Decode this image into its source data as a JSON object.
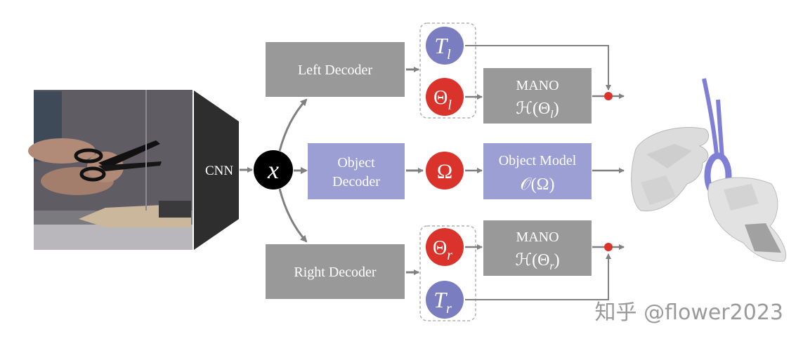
{
  "nodes": {
    "cnn": {
      "label": "CNN"
    },
    "latent": {
      "label": "x"
    },
    "left_decoder": {
      "label": "Left Decoder"
    },
    "object_decoder": {
      "line1": "Object",
      "line2": "Decoder"
    },
    "right_decoder": {
      "label": "Right Decoder"
    },
    "t_left": {
      "base": "T",
      "sub": "l"
    },
    "theta_left": {
      "base": "Θ",
      "sub": "l"
    },
    "omega": {
      "label": "Ω"
    },
    "theta_right": {
      "base": "Θ",
      "sub": "r"
    },
    "t_right": {
      "base": "T",
      "sub": "r"
    },
    "mano_left": {
      "title": "MANO",
      "formula": "ℋ(Θ",
      "sub": "l",
      "close": ")"
    },
    "object_model": {
      "title": "Object Model",
      "formula": "𝒪(Ω)"
    },
    "mano_right": {
      "title": "MANO",
      "formula": "ℋ(Θ",
      "sub": "r",
      "close": ")"
    }
  },
  "watermark": "知乎 @flower2023",
  "colors": {
    "gray_box": "#999999",
    "blue_box": "#9b9fd4",
    "blue_circle": "#7a7dc0",
    "red_circle": "#d9332b",
    "arrow": "#808080",
    "cnn": "#2e2e2e",
    "latent": "#000000"
  }
}
